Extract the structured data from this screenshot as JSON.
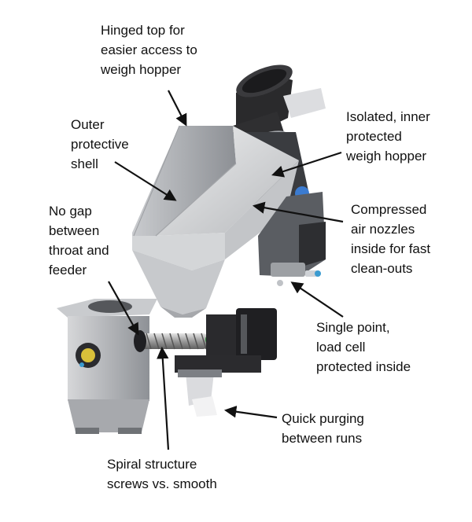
{
  "colors": {
    "text": "#111111",
    "steel_light": "#e2e3e4",
    "steel_mid": "#b9bbbe",
    "steel_dark": "#7a7d82",
    "black_parts": "#1e1e20",
    "accent_blue": "#3b7bd0",
    "accent_yellow": "#d9c03a"
  },
  "callouts": {
    "hinged_top": [
      "Hinged top for",
      "easier access to",
      "weigh hopper"
    ],
    "outer_shell": [
      "Outer",
      "protective",
      "shell"
    ],
    "inner_hopper": [
      "Isolated, inner",
      "protected",
      "weigh hopper"
    ],
    "no_gap": [
      "No gap",
      "between",
      "throat and",
      "feeder"
    ],
    "air_nozzles": [
      "Compressed",
      "air nozzles",
      "inside for fast",
      "clean-outs"
    ],
    "load_cell": [
      "Single point,",
      "load cell",
      "protected inside"
    ],
    "quick_purging": [
      "Quick purging",
      "between runs"
    ],
    "spiral_screws": [
      "Spiral structure",
      "screws vs. smooth"
    ]
  }
}
